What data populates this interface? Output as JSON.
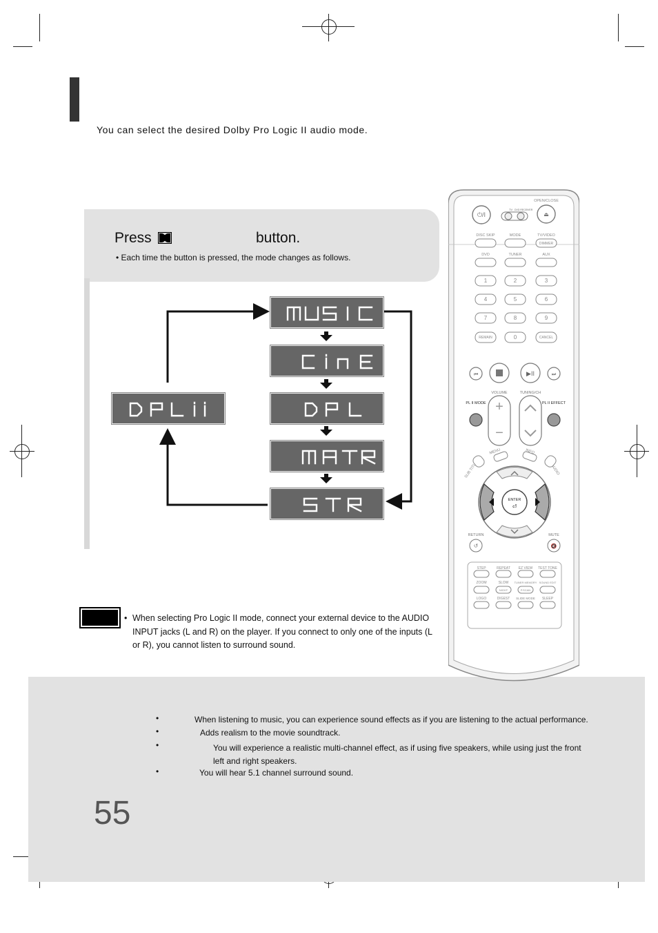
{
  "intro": "You can select the desired Dolby Pro Logic II audio mode.",
  "step": {
    "press": "Press",
    "button": "button.",
    "bullet": "Each time the button is pressed, the mode changes as follows."
  },
  "modes": [
    "MUSIC",
    "CINE",
    "DPL",
    "MATR",
    "STR",
    "DPL II"
  ],
  "note": "When selecting Pro Logic II mode, connect your external device to the AUDIO INPUT jacks (L and R) on the player. If you connect to only one of the inputs (L or R), you cannot listen to surround sound.",
  "descriptions": [
    "When listening to music, you can experience sound effects as if you are listening to the actual performance.",
    "Adds realism to the movie soundtrack.",
    "You will experience a realistic multi-channel effect, as if using five speakers, while using just the front left and right speakers.",
    "You will hear 5.1 channel surround sound."
  ],
  "page_number": "55",
  "remote": {
    "open_close": "OPEN/CLOSE",
    "tv": "TV",
    "dvd_receiver": "DVD RECEIVER",
    "row1": [
      "DISC SKIP",
      "MODE",
      "TV/VIDEO"
    ],
    "dimmer": "DIMMER",
    "row2": [
      "DVD",
      "TUNER",
      "AUX"
    ],
    "digits": [
      "1",
      "2",
      "3",
      "4",
      "5",
      "6",
      "7",
      "8",
      "9"
    ],
    "remain": "REMAIN",
    "zero": "0",
    "cancel": "CANCEL",
    "volume": "VOLUME",
    "tuning": "TUNING/CH",
    "pl_mode": "PL II MODE",
    "pl_effect": "PL II EFFECT",
    "menu": "MENU",
    "info": "INFO",
    "subtitle": "SUB TITLE",
    "audio": "AUDIO",
    "enter": "ENTER",
    "return": "RETURN",
    "mute": "MUTE",
    "grid_labels": [
      "STEP",
      "REPEAT",
      "EZ VIEW",
      "TEST TONE",
      "ZOOM",
      "SLOW",
      "TUNER MEMORY",
      "SOUND EDIT",
      "LOGO",
      "DIGEST",
      "SLIDE MODE",
      "SLEEP"
    ],
    "night": "NIGHT",
    "pscan": "P.SCAN"
  }
}
